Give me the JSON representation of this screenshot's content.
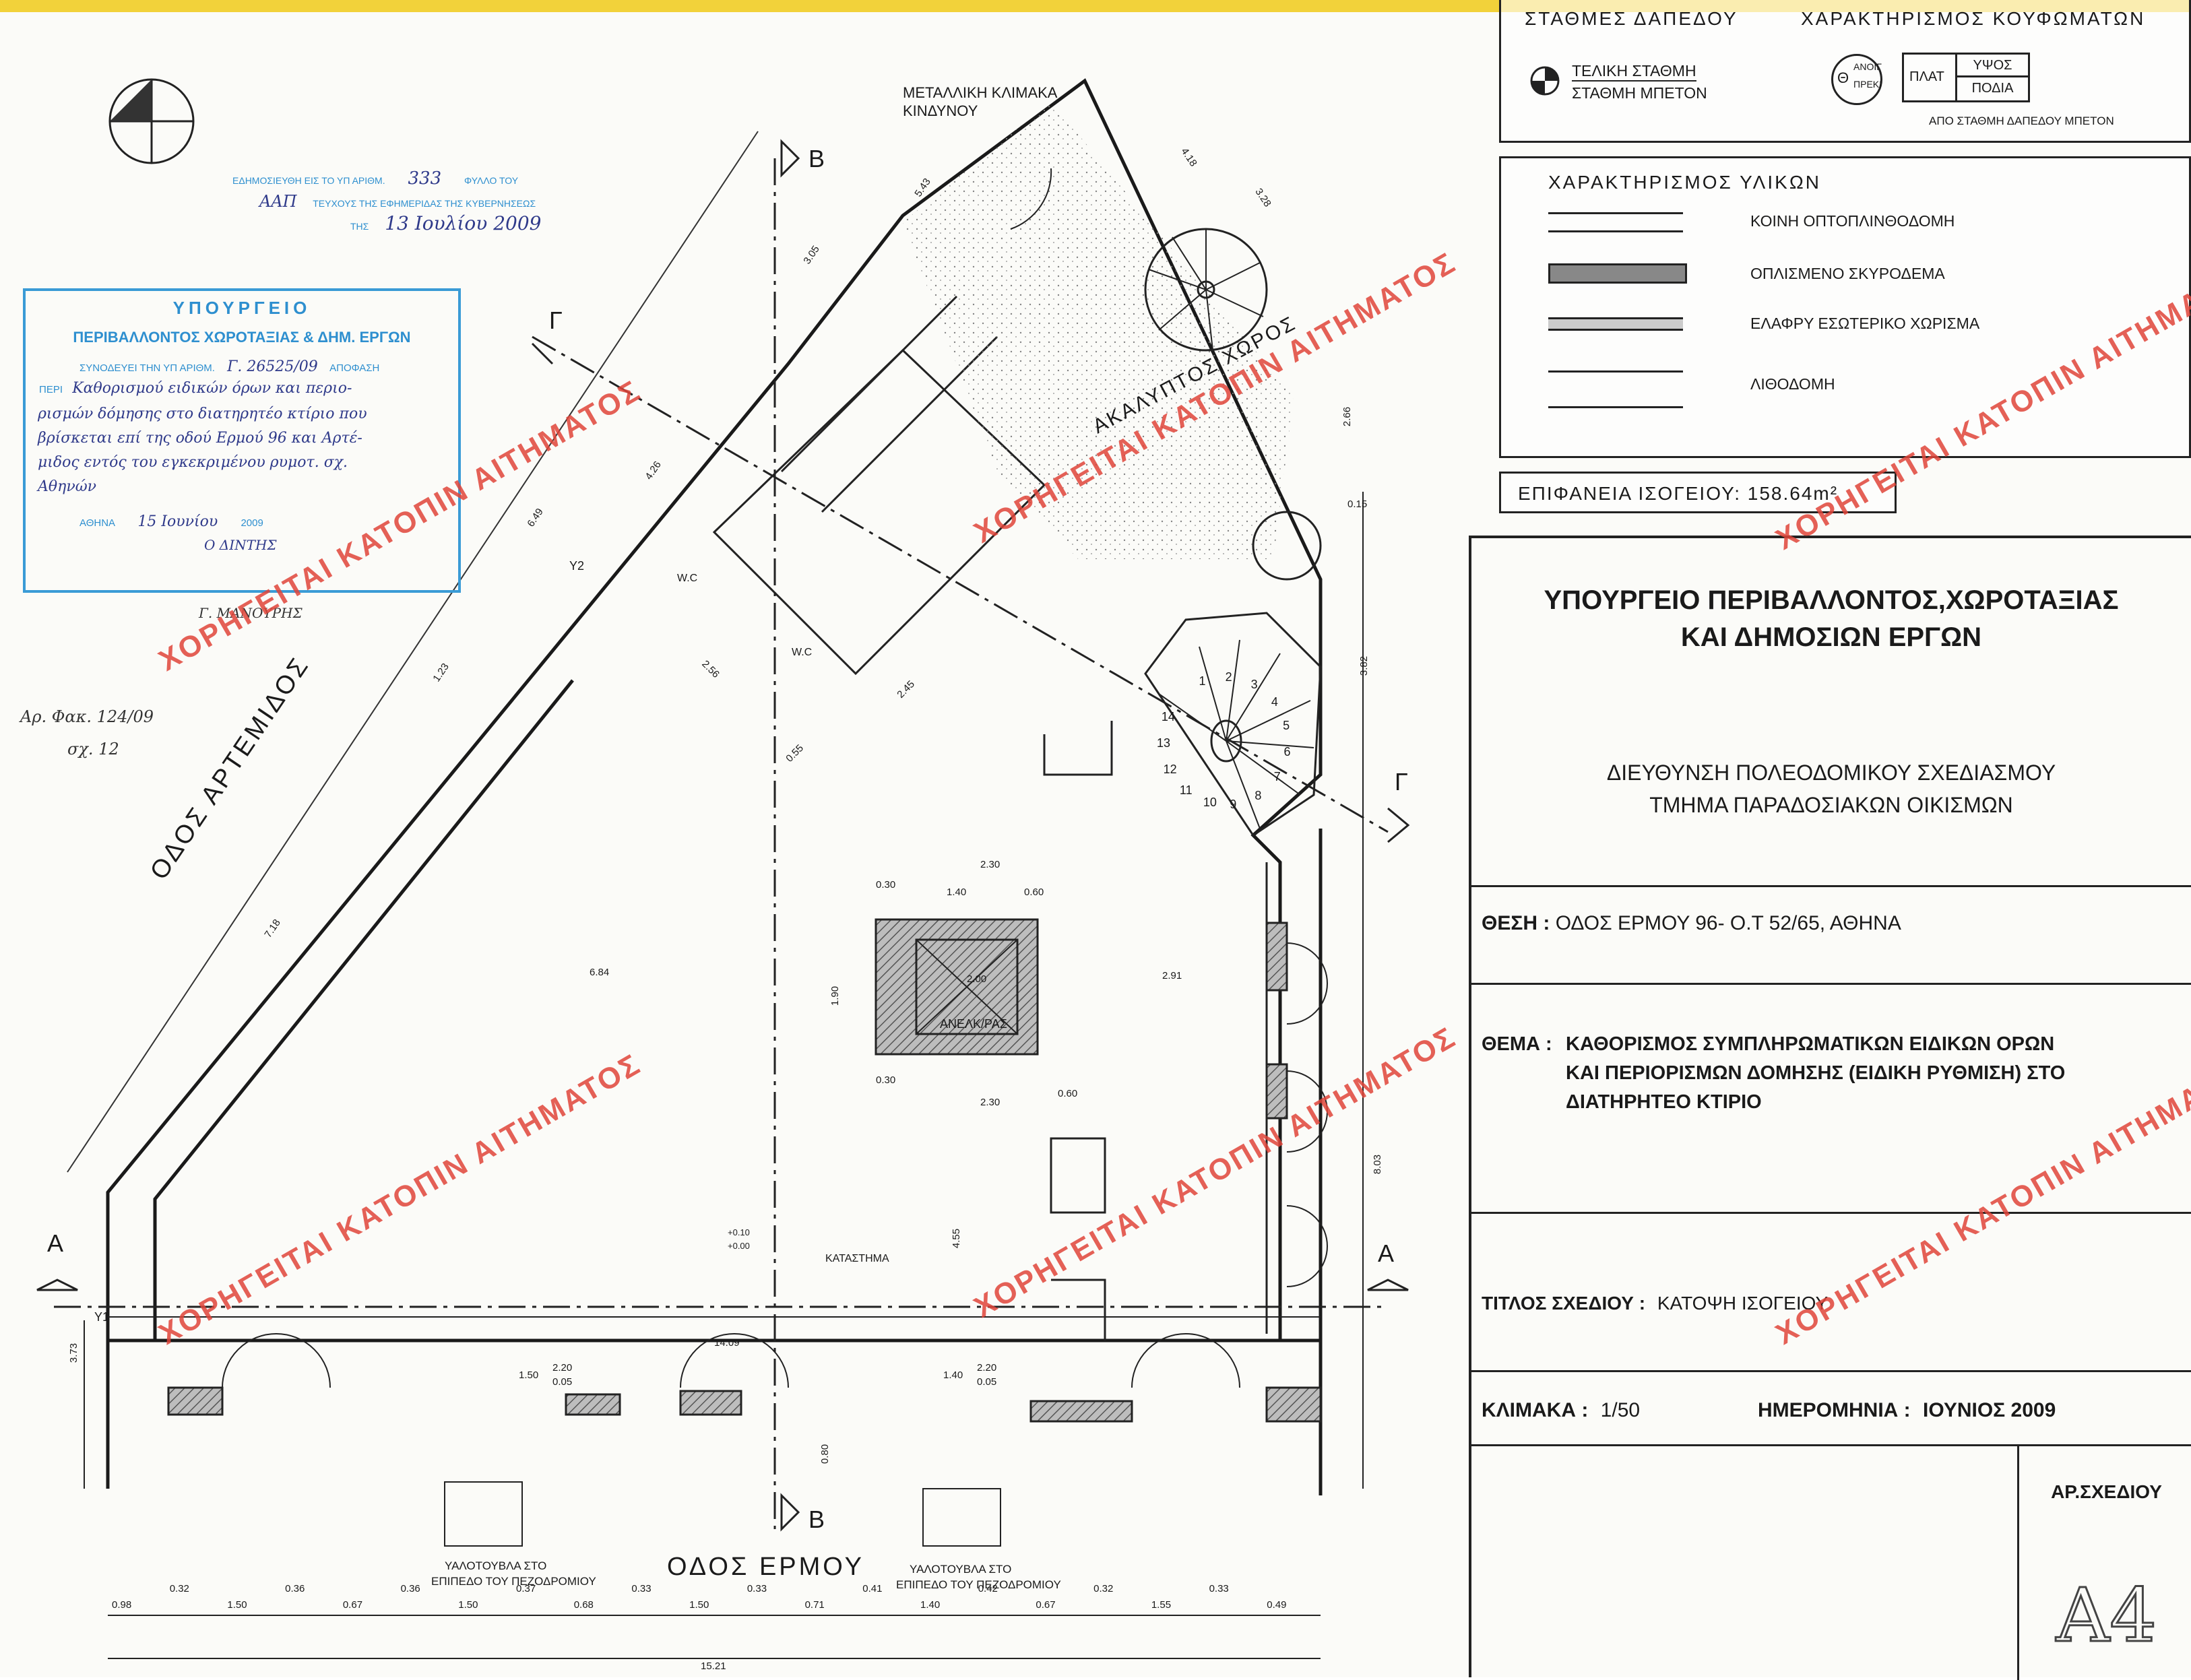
{
  "publication": {
    "line1": "ΕΔΗΜΟΣΙΕΥΘΗ ΕΙΣ ΤΟ ΥΠ ΑΡΙΘΜ.",
    "line1_no": "333",
    "line1_tail": "ΦΥΛΛΟ ΤΟΥ",
    "line2_hw": "ΑΑΠ",
    "line2": "ΤΕΥΧΟΥΣ ΤΗΣ ΕΦΗΜΕΡΙΔΑΣ ΤΗΣ ΚΥΒΕΡΝΗΣΕΩΣ",
    "line3": "ΤΗΣ",
    "line3_hw": "13 Ιουλίου 2009"
  },
  "stamp": {
    "title": "ΥΠΟΥΡΓΕΙΟ",
    "subtitle": "ΠΕΡΙΒΑΛΛΟΝΤΟΣ ΧΩΡΟΤΑΞΙΑΣ & ΔΗΜ. ΕΡΓΩΝ",
    "line1": "ΣΥΝΟΔΕΥΕΙ ΤΗΝ ΥΠ ΑΡΙΘΜ.",
    "line1_hw": "Γ. 26525/09",
    "line1_tail": "ΑΠΟΦΑΣΗ",
    "line2": "ΠΕΡΙ",
    "hw1": "Καθορισμού ειδικών όρων και περιο-",
    "hw2": "ρισμών δόμησης στο διατηρητέο κτίριο που",
    "hw3": "βρίσκεται επί της οδού Ερμού 96 και Αρτέ-",
    "hw4": "μιδος εντός του εγκεκριμένου ρυμοτ. σχ.",
    "hw5": "Αθηνών",
    "date_label": "ΑΘΗΝΑ",
    "date_hw": "15 Ιουνίου",
    "year": "2009",
    "director": "Ο ΔΙΝΤΗΣ",
    "signature": "Γ. ΜΑΝΟΥΡΗΣ"
  },
  "file_note": {
    "line1": "Αρ. Φακ. 124/09",
    "line2": "σχ. 12"
  },
  "watermark": "ΧΟΡΗΓΕΙΤΑΙ ΚΑΤΟΠΙΝ ΑΙΤΗΜΑΤΟΣ",
  "legend_levels": {
    "title": "ΣΤΑΘΜΕΣ ΔΑΠΕΔΟΥ",
    "final": "ΤΕΛΙΚΗ ΣΤΑΘΜΗ",
    "concrete": "ΣΤΑΘΜΗ ΜΠΕΤΟΝ"
  },
  "legend_openings": {
    "title": "ΧΑΡΑΚΤΗΡΙΣΜΟΣ ΚΟΥΦΩΜΑΤΩΝ",
    "code": "Θ",
    "anoig": "ΑΝΟΙΓ",
    "preki": "ΠΡΕΚΙ",
    "plat": "ΠΛΑΤ",
    "ypsos": "ΥΨΟΣ",
    "podia": "ΠΟΔΙΑ",
    "note": "ΑΠΟ ΣΤΑΘΜΗ ΔΑΠΕΔΟΥ ΜΠΕΤΟΝ"
  },
  "legend_materials": {
    "title": "ΧΑΡΑΚΤΗΡΙΣΜΟΣ ΥΛΙΚΩΝ",
    "items": [
      "ΚΟΙΝΗ ΟΠΤΟΠΛΙΝΘΟΔΟΜΗ",
      "ΟΠΛΙΣΜΕΝΟ ΣΚΥΡΟΔΕΜΑ",
      "ΕΛΑΦΡΥ ΕΣΩΤΕΡΙΚΟ ΧΩΡΙΣΜΑ",
      "ΛΙΘΟΔΟΜΗ"
    ]
  },
  "area": "ΕΠΙΦΑΝΕΙΑ ΙΣΟΓΕΙΟΥ:  158.64m²",
  "title_block": {
    "ministry1": "ΥΠΟΥΡΓΕΙΟ ΠΕΡΙΒΑΛΛΟΝΤΟΣ,ΧΩΡΟΤΑΞΙΑΣ",
    "ministry2": "ΚΑΙ ΔΗΜΟΣΙΩΝ ΕΡΓΩΝ",
    "dept1": "ΔΙΕΥΘΥΝΣΗ ΠΟΛΕΟΔΟΜΙΚΟΥ ΣΧΕΔΙΑΣΜΟΥ",
    "dept2": "ΤΜΗΜΑ ΠΑΡΑΔΟΣΙΑΚΩΝ ΟΙΚΙΣΜΩΝ",
    "location_label": "ΘΕΣΗ :",
    "location": "ΟΔΟΣ ΕΡΜΟΥ 96- Ο.Τ 52/65, ΑΘΗΝΑ",
    "subject_label": "ΘΕΜΑ :",
    "subject1": "ΚΑΘΟΡΙΣΜΟΣ ΣΥΜΠΛΗΡΩΜΑΤΙΚΩΝ ΕΙΔΙΚΩΝ ΟΡΩΝ",
    "subject2": "ΚΑΙ ΠΕΡΙΟΡΙΣΜΩΝ ΔΟΜΗΣΗΣ (ΕΙΔΙΚΗ ΡΥΘΜΙΣΗ) ΣΤΟ",
    "subject3": "ΔΙΑΤΗΡΗΤΕΟ ΚΤΙΡΙΟ",
    "drawing_label": "ΤΙΤΛΟΣ ΣΧΕΔΙΟΥ :",
    "drawing": "ΚΑΤΟΨΗ ΙΣΟΓΕΙΟΥ",
    "scale_label": "ΚΛΙΜΑΚΑ :",
    "scale": "1/50",
    "date_label": "ΗΜΕΡΟΜΗΝΙΑ :",
    "date": "ΙΟΥΝΙΟΣ 2009",
    "number_label": "ΑΡ.ΣΧΕΔΙΟΥ",
    "number": "Α4"
  },
  "plan_labels": {
    "street_artemidos": "ΟΔΟΣ ΑΡΤΕΜΙΔΟΣ",
    "street_ermou": "ΟΔΟΣ ΕΡΜΟΥ",
    "fire_stair": "ΜΕΤΑΛΛΙΚΗ ΚΛΙΜΑΚΑ",
    "fire_stair2": "ΚΙΝΔΥΝΟΥ",
    "open_space": "ΑΚΑΛΥΠΤΟΣ ΧΩΡΟΣ",
    "shop": "ΚΑΤΑΣΤΗΜΑ",
    "lift": "ΑΝΕΛΚ/ΡΑΣ",
    "wc": "W.C",
    "glass1": "ΥΑΛΟΤΟΥΒΛΑ ΣΤΟ",
    "glass2": "ΕΠΙΠΕΔΟ ΤΟΥ ΠΕΖΟΔΡΟΜΙΟΥ",
    "level_plus": "+0.10",
    "level_zero": "+0.00",
    "section_a": "Α",
    "section_b": "Β",
    "section_g": "Γ",
    "y1": "Υ1",
    "y2": "Υ2"
  },
  "dimensions": {
    "bottom": [
      "0.98",
      "0.32",
      "1.50",
      "0.36",
      "0.67",
      "0.36",
      "1.50",
      "0.37",
      "0.68",
      "0.33",
      "1.50",
      "0.33",
      "0.71",
      "0.41",
      "1.40",
      "0.42",
      "0.67",
      "0.32",
      "1.55",
      "0.33",
      "0.49"
    ],
    "total": "15.21",
    "front": "14.09",
    "width_684": "6.84",
    "width_291": "2.91",
    "d_230": "2.30",
    "d_140": "1.40",
    "d_060": "0.60",
    "d_030": "0.30",
    "d_200": "2.00",
    "d_190": "1.90",
    "d_455": "4.55",
    "d_803": "8.03",
    "d_373": "3.73",
    "d_649": "6.49",
    "d_426": "4.26",
    "d_123": "1.23",
    "d_718": "7.18",
    "d_266": "2.66",
    "d_382": "3.82",
    "d_418": "4.18",
    "d_328": "3.28",
    "d_543": "5.43",
    "d_305": "3.05",
    "d_256": "2.56",
    "d_245": "2.45",
    "d_015": "0.15",
    "d_080": "0.80",
    "d_055": "0.55"
  },
  "openings": [
    {
      "top": "2.20",
      "bottom": "0.05",
      "label": "1.50"
    },
    {
      "top": "2.20",
      "bottom": "0.05",
      "label": "1.40"
    }
  ],
  "stair_steps": [
    "1",
    "2",
    "3",
    "4",
    "5",
    "6",
    "7",
    "8",
    "9",
    "10",
    "11",
    "12",
    "13",
    "14"
  ]
}
